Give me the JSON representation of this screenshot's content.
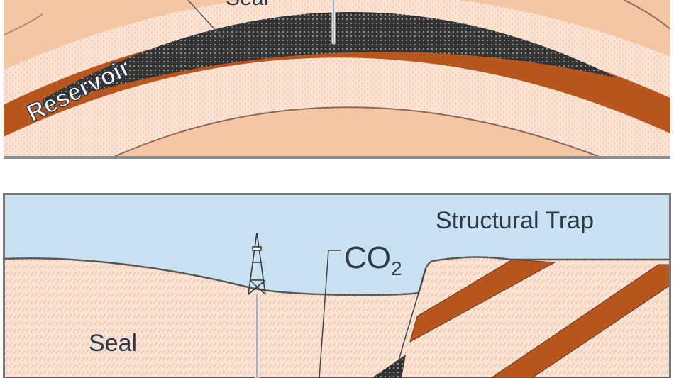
{
  "top_panel": {
    "labels": {
      "seal": "Seal",
      "reservoir": "Reservoir"
    }
  },
  "bottom_panel": {
    "labels": {
      "title": "Structural Trap",
      "co2_main": "CO",
      "co2_sub": "2",
      "seal": "Seal"
    }
  },
  "colors": {
    "sky": "#c9e1f1",
    "rock_light": "#fbe3d4",
    "rock_peach": "#f4c6a4",
    "reservoir_orange": "#b8561e",
    "co2_dark": "#3a3a3a",
    "outline": "#5a5a5a"
  }
}
